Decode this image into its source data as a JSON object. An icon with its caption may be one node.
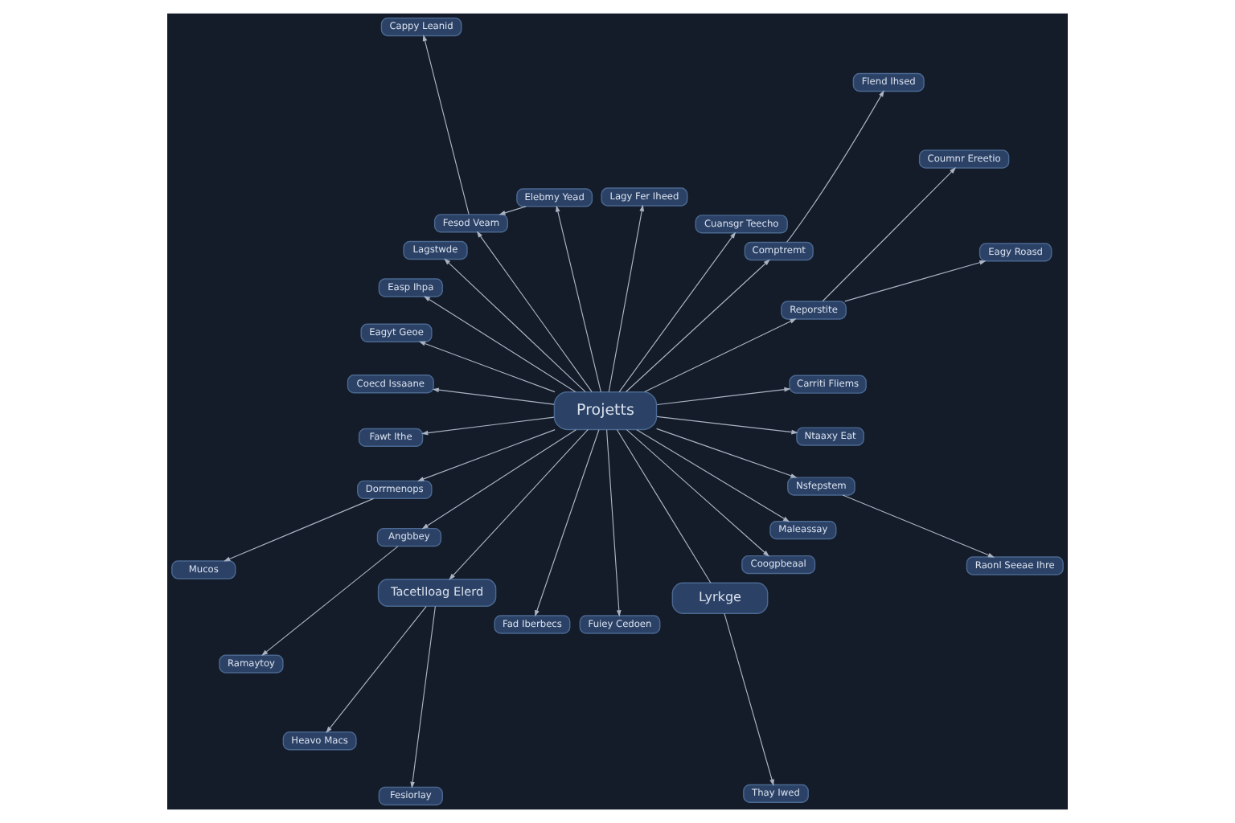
{
  "diagram": {
    "nodes": [
      {
        "text": [
          "Projetts"
        ]
      },
      {
        "text": [
          "Carriti Fliems"
        ]
      },
      {
        "text": [
          "Eagy Roasd"
        ]
      },
      {
        "text": [
          "Reporstite"
        ]
      },
      {
        "text": [
          "Coumnr Ereetio"
        ]
      },
      {
        "text": [
          "Comptremt"
        ]
      },
      {
        "text": [
          "Flend Ihsed"
        ]
      },
      {
        "text": [
          "Cuansgr Teecho"
        ]
      },
      {
        "text": [
          "Lagy Fer Iheed"
        ]
      },
      {
        "text": [
          "Elebmy Yead"
        ]
      },
      {
        "text": [
          "Fesod Veam"
        ]
      },
      {
        "text": [
          "Cappy Leanid"
        ]
      },
      {
        "text": [
          "Lagstwde"
        ]
      },
      {
        "text": [
          "Easp Ihpa"
        ]
      },
      {
        "text": [
          "Eagyt Geoe"
        ]
      },
      {
        "text": [
          "Coecd Issaane"
        ]
      },
      {
        "text": [
          "Fawt Ithe"
        ]
      },
      {
        "text": [
          "Dorrmenops"
        ]
      },
      {
        "text": [
          "Mucos"
        ]
      },
      {
        "text": [
          "Angbbey"
        ]
      },
      {
        "text": [
          "Ramaytoy"
        ]
      },
      {
        "text": [
          "Tacetlloag Elerd"
        ]
      },
      {
        "text": [
          "Heavo Macs"
        ]
      },
      {
        "text": [
          "Fesiorlay"
        ]
      },
      {
        "text": [
          "Fad Iberbecs"
        ]
      },
      {
        "text": [
          "Fuiey Cedoen"
        ]
      },
      {
        "text": [
          "Thay Iwed"
        ]
      },
      {
        "text": [
          "Lyrkge"
        ]
      },
      {
        "text": [
          "Coogpbeaal"
        ]
      },
      {
        "text": [
          "Maleassay"
        ]
      },
      {
        "text": [
          "Nsfepstem"
        ]
      },
      {
        "text": [
          "Raonl Seeae Ihre"
        ]
      },
      {
        "text": [
          "Ntaaxy Eat"
        ]
      }
    ],
    "edges": [
      {
        "from": 0,
        "to": 1,
        "arrow": "to"
      },
      {
        "from": 3,
        "to": 2,
        "arrow": "to"
      },
      {
        "from": 0,
        "to": 3,
        "arrow": "to"
      },
      {
        "from": 3,
        "to": 4,
        "arrow": "to"
      },
      {
        "from": 0,
        "to": 5,
        "arrow": "to"
      },
      {
        "from": 5,
        "to": 6,
        "arrow": "to"
      },
      {
        "from": 0,
        "to": 7,
        "arrow": "to"
      },
      {
        "from": 0,
        "to": 8,
        "arrow": "to"
      },
      {
        "from": 0,
        "to": 9,
        "arrow": "to"
      },
      {
        "from": 0,
        "to": 10,
        "arrow": "to"
      },
      {
        "from": 9,
        "to": 10,
        "arrow": "to"
      },
      {
        "from": 10,
        "to": 11,
        "arrow": "to"
      },
      {
        "from": 0,
        "to": 12,
        "arrow": "to"
      },
      {
        "from": 0,
        "to": 13,
        "arrow": "to"
      },
      {
        "from": 0,
        "to": 14,
        "arrow": "to"
      },
      {
        "from": 0,
        "to": 15,
        "arrow": "to"
      },
      {
        "from": 0,
        "to": 16,
        "arrow": "to"
      },
      {
        "from": 0,
        "to": 17,
        "arrow": "to"
      },
      {
        "from": 17,
        "to": 18,
        "arrow": "to"
      },
      {
        "from": 0,
        "to": 19,
        "arrow": "to"
      },
      {
        "from": 19,
        "to": 20,
        "arrow": "to"
      },
      {
        "from": 0,
        "to": 21,
        "arrow": "to"
      },
      {
        "from": 21,
        "to": 22,
        "arrow": "to"
      },
      {
        "from": 21,
        "to": 23,
        "arrow": "to"
      },
      {
        "from": 0,
        "to": 24,
        "arrow": "to"
      },
      {
        "from": 0,
        "to": 25,
        "arrow": "to"
      },
      {
        "from": 27,
        "to": 26,
        "arrow": "to"
      },
      {
        "from": 0,
        "to": 27,
        "arrow": "none"
      },
      {
        "from": 0,
        "to": 28,
        "arrow": "to"
      },
      {
        "from": 0,
        "to": 29,
        "arrow": "to"
      },
      {
        "from": 0,
        "to": 30,
        "arrow": "to"
      },
      {
        "from": 30,
        "to": 31,
        "arrow": "to"
      },
      {
        "from": 0,
        "to": 32,
        "arrow": "to"
      }
    ]
  }
}
